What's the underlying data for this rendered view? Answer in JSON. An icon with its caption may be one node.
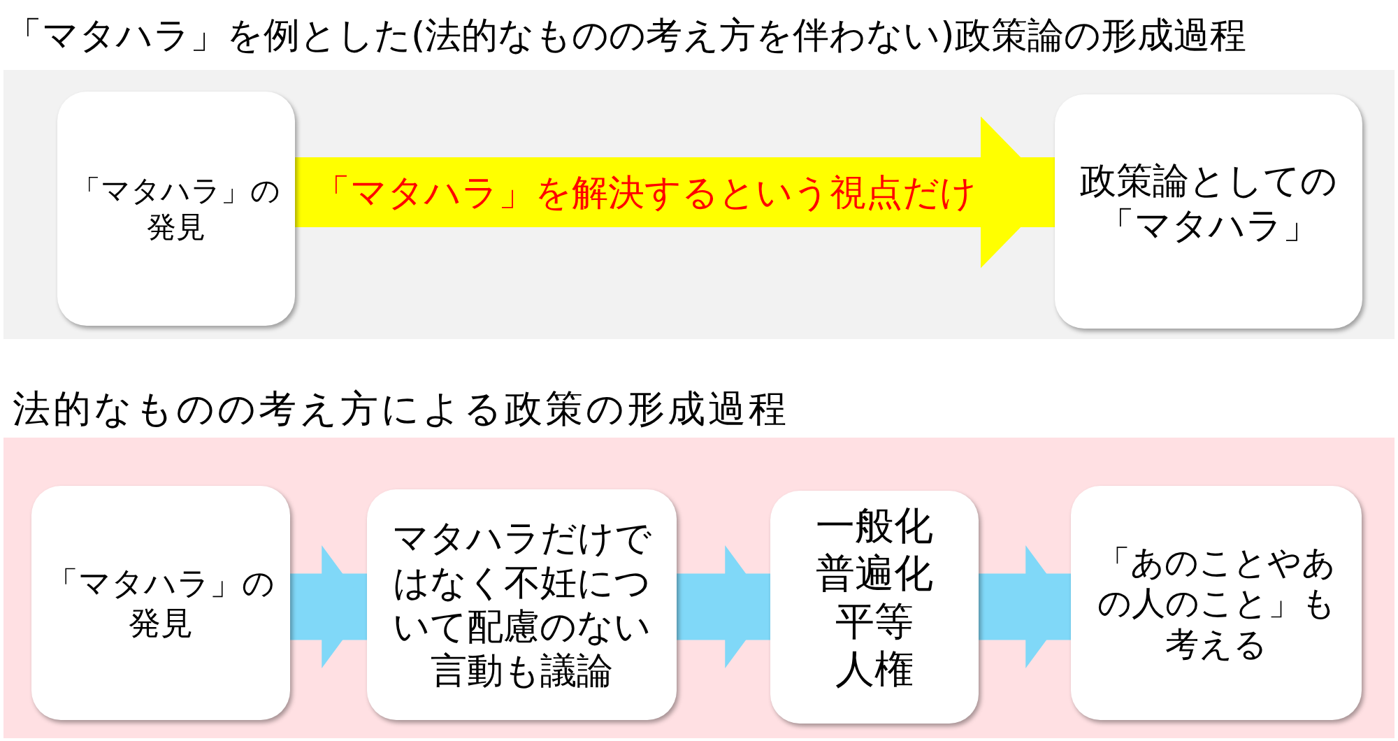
{
  "diagram": {
    "nodes": [
      {
        "text": [
          "「マタハラ」を例とした(法的なものの考え方を伴わない)政策論の形成過程"
        ]
      },
      {
        "text": [
          "「マタハラ」の発見"
        ],
        "in": 0
      },
      {
        "text": [
          "政策論としての「マタハラ」"
        ],
        "in": 0
      },
      {
        "text": [
          "法的なものの考え方による政策の形成過程"
        ]
      },
      {
        "text": [
          "「マタハラ」の発見"
        ],
        "in": 3
      },
      {
        "text": [
          "マタハラだけではなく不妊について配慮のない言動も議論"
        ],
        "in": 3
      },
      {
        "text": [
          "一般化",
          "普遍化",
          "平等",
          "人権"
        ],
        "in": 3
      },
      {
        "text": [
          "「あのことやあの人のこと」も考える"
        ],
        "in": 3
      }
    ],
    "edges": [
      {
        "from": 1,
        "to": 2,
        "arrow": "to",
        "label": "「マタハラ」を解決するという視点だけ",
        "color": "#ffff00"
      },
      {
        "from": 4,
        "to": 5,
        "arrow": "to"
      },
      {
        "from": 5,
        "to": 6,
        "arrow": "to"
      },
      {
        "from": 6,
        "to": 7,
        "arrow": "to"
      }
    ]
  }
}
